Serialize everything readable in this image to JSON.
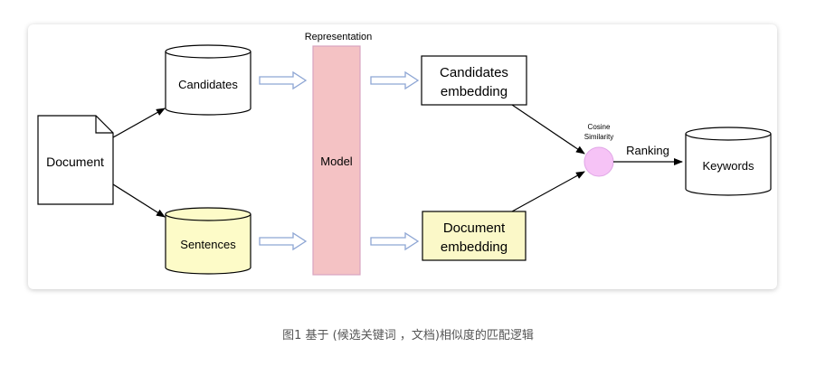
{
  "diagram": {
    "nodes": {
      "document": "Document",
      "candidates": "Candidates",
      "sentences": "Sentences",
      "representation": "Representation",
      "model": "Model",
      "candidates_embedding_1": "Candidates",
      "candidates_embedding_2": "embedding",
      "document_embedding_1": "Document",
      "document_embedding_2": "embedding",
      "cosine_1": "Cosine",
      "cosine_2": "Similarity",
      "ranking": "Ranking",
      "keywords": "Keywords"
    },
    "colors": {
      "model_fill": "#f4c2c4",
      "model_stroke": "#d8a4c0",
      "sentences_fill": "#fdfbc8",
      "doc_embedding_fill": "#fbf8c8",
      "similarity_fill": "#f6c3f6",
      "hollow_arrow": "#8ea6d4"
    }
  },
  "caption": {
    "prefix": "图1",
    "text": "基于 (候选关键词 ，文档)相似度的匹配逻辑"
  }
}
